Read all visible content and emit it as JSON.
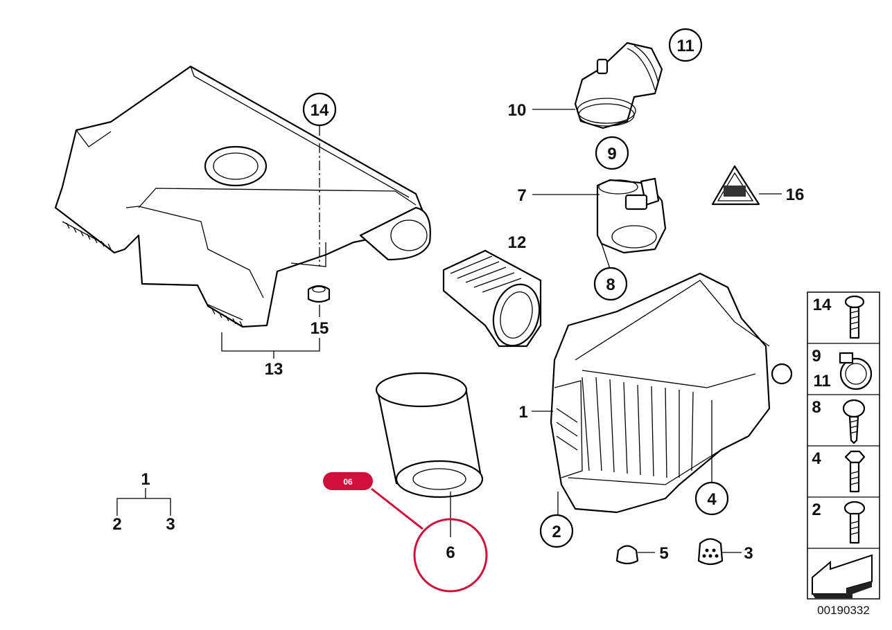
{
  "callouts": {
    "c1_group": "1",
    "c2_group": "2",
    "c3_group": "3",
    "c1_box": "1",
    "c2_box": "2",
    "c3_grommet": "3",
    "c4": "4",
    "c5": "5",
    "c6": "6",
    "c7": "7",
    "c8": "8",
    "c9": "9",
    "c10": "10",
    "c11": "11",
    "c12": "12",
    "c13": "13",
    "c14": "14",
    "c15": "15",
    "c16": "16"
  },
  "highlight": {
    "badge": "06",
    "color": "#d0103a"
  },
  "side_panel": {
    "rows": [
      {
        "labels": [
          "14"
        ]
      },
      {
        "labels": [
          "9",
          "11"
        ]
      },
      {
        "labels": [
          "8"
        ]
      },
      {
        "labels": [
          "4"
        ]
      },
      {
        "labels": [
          "2"
        ]
      }
    ]
  },
  "drawing_number": "00190332"
}
